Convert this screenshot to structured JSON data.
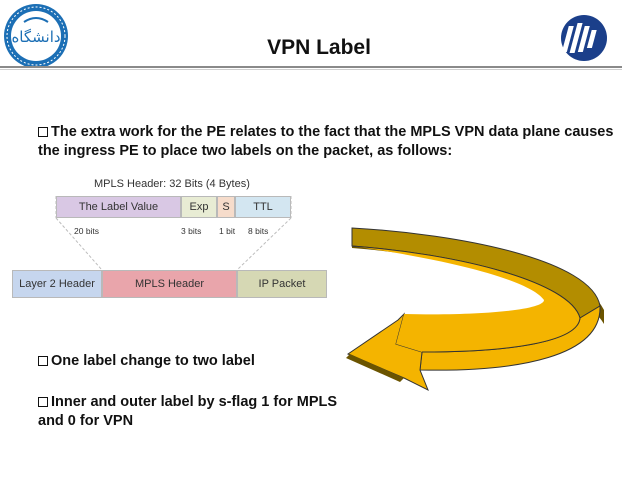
{
  "slide": {
    "title": "VPN Label",
    "bullets": [
      "The extra work for the PE relates to the fact that the MPLS VPN data plane causes the ingress PE to place two labels on the packet, as follows:",
      "One label change to two label",
      "Inner and outer label by s-flag 1 for MPLS and 0 for VPN"
    ]
  },
  "logos": {
    "left": {
      "text": "دانشگاه",
      "color": "#1c6fb5"
    },
    "right": {
      "color": "#1b3f8a"
    }
  },
  "diagram": {
    "header_label": "MPLS Header: 32 Bits (4 Bytes)",
    "fields": [
      {
        "label": "The Label Value",
        "bits": "20 bits",
        "color": "#d9c8e4"
      },
      {
        "label": "Exp",
        "bits": "3 bits",
        "color": "#e8ecd4"
      },
      {
        "label": "S",
        "bits": "1 bit",
        "color": "#f6dccb"
      },
      {
        "label": "TTL",
        "bits": "8 bits",
        "color": "#d3e6f1"
      }
    ],
    "packet": [
      {
        "label": "Layer 2 Header",
        "color": "#c6d6ee"
      },
      {
        "label": "MPLS Header",
        "color": "#e9a5ab"
      },
      {
        "label": "IP Packet",
        "color": "#d6d8b4"
      }
    ]
  },
  "arrow_colors": {
    "fill": "#f4b400",
    "top": "#b38d00",
    "dark": "#6b5400"
  }
}
